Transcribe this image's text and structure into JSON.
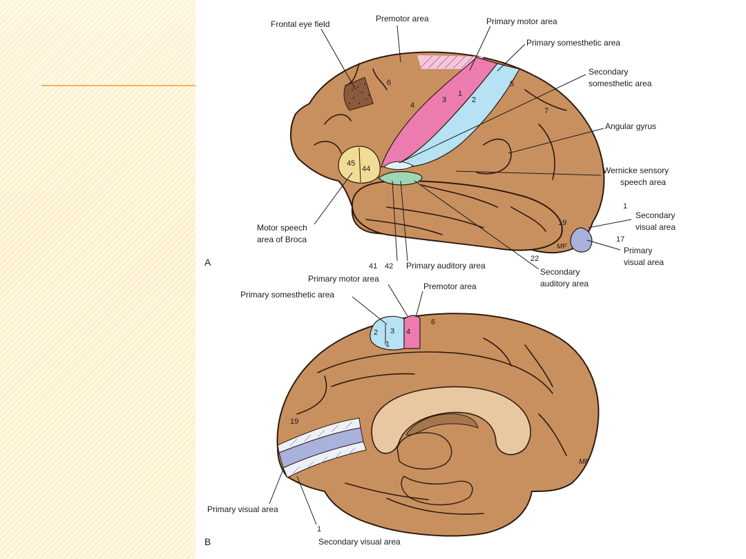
{
  "panelA": {
    "letter": "A",
    "labels": {
      "frontal_eye_field": "Frontal eye field",
      "premotor_area": "Premotor area",
      "primary_motor_area": "Primary motor area",
      "primary_somesthetic_area": "Primary somesthetic area",
      "secondary_somesthetic_line1": "Secondary",
      "secondary_somesthetic_line2": "somesthetic area",
      "angular_gyrus": "Angular gyrus",
      "wernicke_line1": "Wernicke sensory",
      "wernicke_line2": "speech area",
      "secondary_visual_line1": "Secondary",
      "secondary_visual_line2": "visual area",
      "primary_visual_line1": "Primary",
      "primary_visual_line2": "visual area",
      "motor_speech_line1": "Motor speech",
      "motor_speech_line2": "area of Broca",
      "primary_auditory_area": "Primary auditory area",
      "secondary_auditory_line1": "Secondary",
      "secondary_auditory_line2": "auditory area"
    },
    "numbers": {
      "n6": "6",
      "n4": "4",
      "n3": "3",
      "n1": "1",
      "n2": "2",
      "n5": "5",
      "n7": "7",
      "n45": "45",
      "n44": "44",
      "n19": "19",
      "n1_visual": "1",
      "n17": "17",
      "n22": "22",
      "n41": "41",
      "n42": "42"
    },
    "signature": "MF"
  },
  "panelB": {
    "letter": "B",
    "labels": {
      "primary_motor_area": "Primary motor area",
      "premotor_area": "Premotor area",
      "primary_somesthetic_area": "Primary somesthetic area",
      "primary_visual_area": "Primary visual area",
      "secondary_visual_area": "Secondary visual area"
    },
    "numbers": {
      "n2": "2",
      "n3": "3",
      "n1": "1",
      "n4": "4",
      "n6": "6",
      "n19": "19",
      "n1_bottom": "1"
    },
    "signature": "MF"
  },
  "colors": {
    "brain": "#c9905f",
    "motor": "#ec7cb0",
    "somesthetic": "#b6e2f4",
    "broca": "#f1dc95",
    "auditory": "#9fd6b6",
    "visual": "#a9b2dc",
    "outline": "#2c1a10"
  }
}
